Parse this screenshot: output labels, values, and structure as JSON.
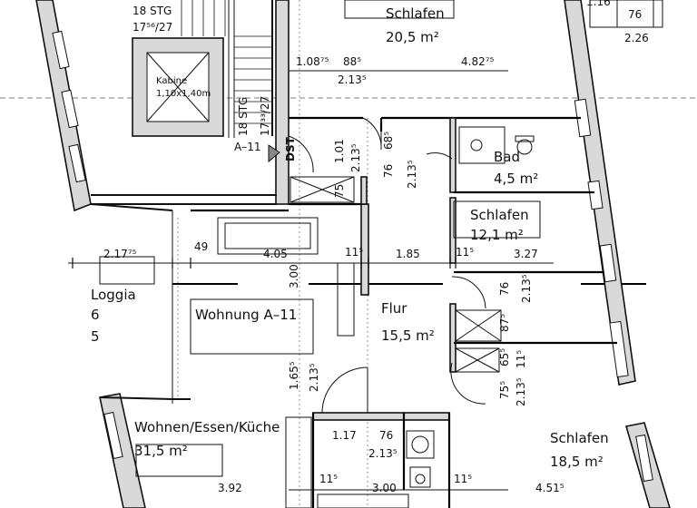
{
  "stair_labels": {
    "top_stg": "18 STG",
    "top_ratio": "17⁵⁶/27",
    "lower_stg": "18 STG",
    "lower_ratio": "17³³/27"
  },
  "elevator": {
    "label": "Kabine",
    "size": "1,10x1,40m"
  },
  "shaft": {
    "id": "A–11",
    "code": "DST"
  },
  "rooms": {
    "schlafen_top": {
      "name": "Schlafen",
      "area": "20,5 m²"
    },
    "bad": {
      "name": "Bad",
      "area": "4,5 m²"
    },
    "schlafen_mid": {
      "name": "Schlafen",
      "area": "12,1 m²"
    },
    "loggia": {
      "name": "Loggia",
      "line2": "6",
      "line3": "5"
    },
    "wohnung": {
      "name": "Wohnung A–11"
    },
    "flur": {
      "name": "Flur",
      "area": "15,5 m²"
    },
    "wohnen": {
      "name": "Wohnen/Essen/Küche",
      "area": "31,5 m²"
    },
    "schlafen_bottom": {
      "name": "Schlafen",
      "area": "18,5 m²"
    }
  },
  "dimensions": {
    "d_176": "1.16",
    "d_76_top": "76",
    "d_226": "2.26",
    "d_108": "1.08⁷⁵",
    "d_885": "88⁵",
    "d_2135_a": "2.13⁵",
    "d_482": "4.82⁷⁵",
    "d_101": "1.01",
    "d_2135_b": "2.13⁵",
    "d_685": "68⁵",
    "d_76_bad": "76",
    "d_2135_c": "2.13⁵",
    "d_75": "75",
    "d_21775": "2.17⁷⁵",
    "d_49": "49",
    "d_405": "4.05",
    "d_115_a": "11⁵",
    "d_185": "1.85",
    "d_115_b": "11⁵",
    "d_327": "3.27",
    "d_300_v": "3.00",
    "d_76_r": "76",
    "d_2135_d": "2.13⁵",
    "d_875": "87⁵",
    "d_655": "65⁵",
    "d_115_c": "11⁵",
    "d_755": "75⁵",
    "d_2135_e": "2.13⁵",
    "d_1655": "1.65⁵",
    "d_2135_f": "2.13⁵",
    "d_117": "1.17",
    "d_76_bot": "76",
    "d_2135_g": "2.13⁵",
    "d_392": "3.92",
    "d_115_d": "11⁵",
    "d_300_h": "3.00",
    "d_115_e": "11⁵",
    "d_4515": "4.51⁵"
  }
}
